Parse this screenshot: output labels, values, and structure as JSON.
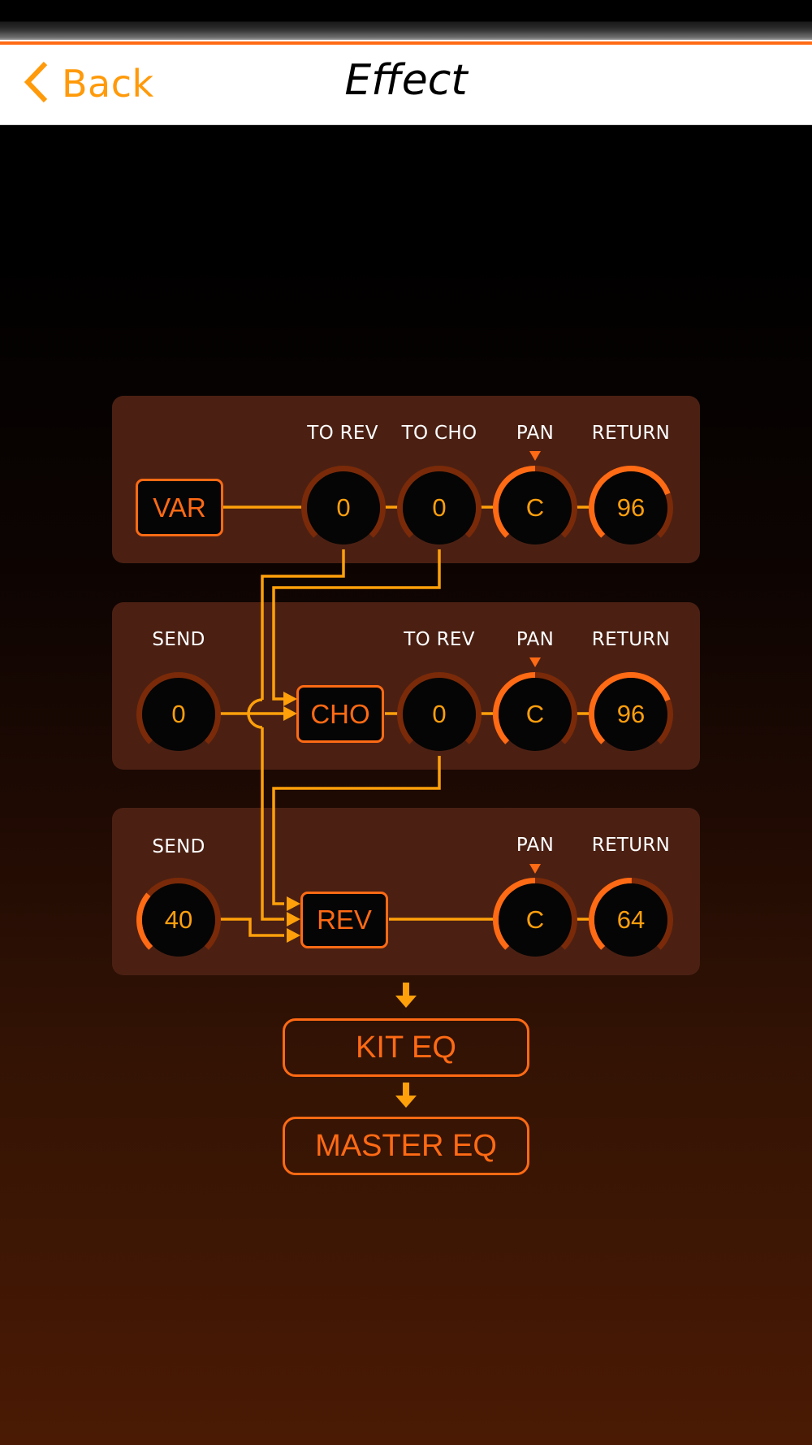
{
  "header": {
    "back_label": "Back",
    "back_icon": "chevron-left-icon",
    "title": "Effect"
  },
  "colors": {
    "accent": "#ff6a14",
    "line": "#ffa00a",
    "value_text": "#ff9f0d",
    "panel_bg": "#4b2013",
    "knob_track": "#7a2a08",
    "knob_fill": "#ff6a14",
    "knob_face": "#050505"
  },
  "panels": [
    {
      "name": "variation",
      "block_label": "VAR",
      "knobs": [
        {
          "id": "var-to-rev",
          "label": "TO REV",
          "value": "0",
          "level": 0.0
        },
        {
          "id": "var-to-cho",
          "label": "TO CHO",
          "value": "0",
          "level": 0.0
        },
        {
          "id": "var-pan",
          "label": "PAN",
          "value": "C",
          "level": 0.5,
          "type": "pan"
        },
        {
          "id": "var-return",
          "label": "RETURN",
          "value": "96",
          "level": 0.756
        }
      ]
    },
    {
      "name": "chorus",
      "block_label": "CHO",
      "knobs": [
        {
          "id": "cho-send",
          "label": "SEND",
          "value": "0",
          "level": 0.0
        },
        {
          "id": "cho-to-rev",
          "label": "TO REV",
          "value": "0",
          "level": 0.0
        },
        {
          "id": "cho-pan",
          "label": "PAN",
          "value": "C",
          "level": 0.5,
          "type": "pan"
        },
        {
          "id": "cho-return",
          "label": "RETURN",
          "value": "96",
          "level": 0.756
        }
      ]
    },
    {
      "name": "reverb",
      "block_label": "REV",
      "knobs": [
        {
          "id": "rev-send",
          "label": "SEND",
          "value": "40",
          "level": 0.315
        },
        {
          "id": "rev-pan",
          "label": "PAN",
          "value": "C",
          "level": 0.5,
          "type": "pan"
        },
        {
          "id": "rev-return",
          "label": "RETURN",
          "value": "64",
          "level": 0.504
        }
      ]
    }
  ],
  "chain": {
    "kit_eq_label": "KIT EQ",
    "master_eq_label": "MASTER EQ"
  }
}
